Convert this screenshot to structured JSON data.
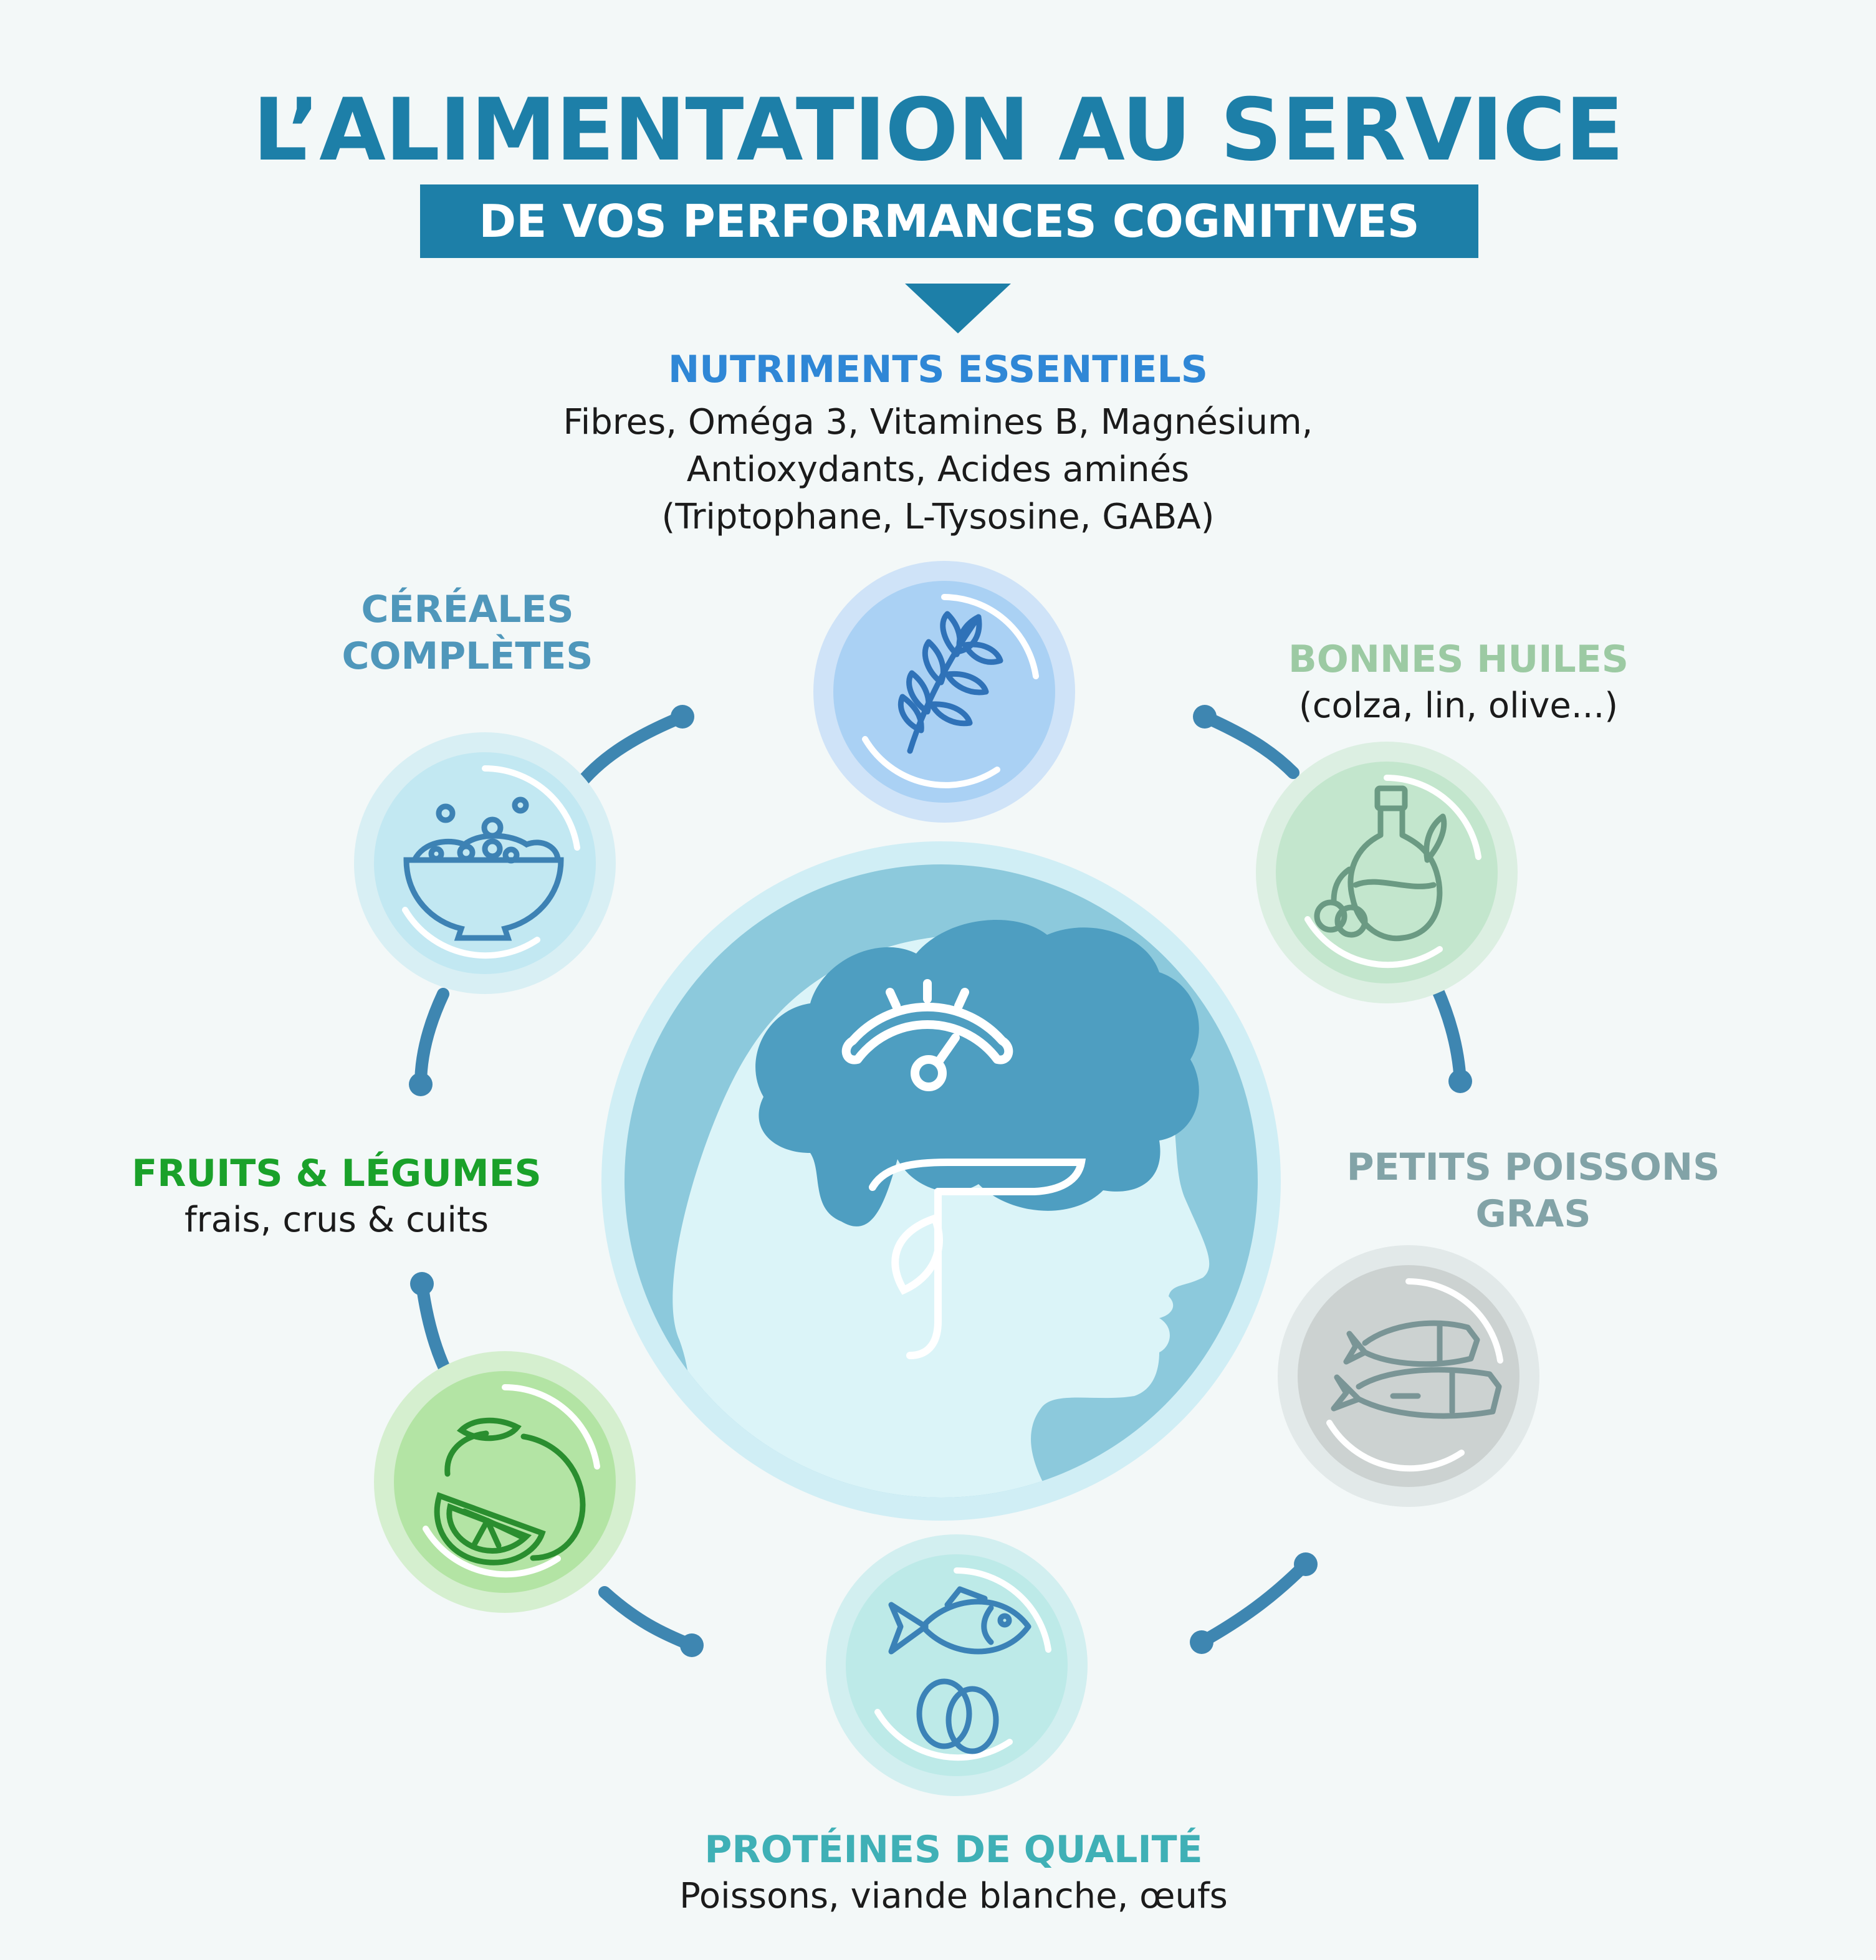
{
  "header": {
    "title": "L’ALIMENTATION AU SERVICE",
    "subtitle": "DE VOS PERFORMANCES COGNITIVES"
  },
  "colors": {
    "primary": "#1d7fa8",
    "nutriments": "#2f87d6",
    "cereales": "#4f97bb",
    "huiles": "#9ccaa3",
    "poissons_gras": "#82a3a7",
    "fruits": "#1aa12a",
    "proteines": "#3fb0b6",
    "connector": "#3e86b1"
  },
  "categories": {
    "nutriments": {
      "title": "NUTRIMENTS ESSENTIELS",
      "lines": [
        "Fibres, Oméga 3, Vitamines B, Magnésium,",
        "Antioxydants, Acides aminés",
        "(Triptophane, L-Tysosine, GABA)"
      ],
      "icon": "wheat-icon"
    },
    "cereales": {
      "title_lines": [
        "CÉRÉALES",
        "COMPLÈTES"
      ],
      "icon": "cereal-bowl-icon"
    },
    "huiles": {
      "title": "BONNES HUILES",
      "subtitle": "(colza, lin, olive...)",
      "icon": "olive-oil-icon"
    },
    "fruits": {
      "title": "FRUITS & LÉGUMES",
      "subtitle": "frais, crus & cuits",
      "icon": "citrus-icon"
    },
    "poissons_gras": {
      "title_lines": [
        "PETITS POISSONS",
        "GRAS"
      ],
      "icon": "sardines-icon"
    },
    "proteines": {
      "title": "PROTÉINES DE QUALITÉ",
      "subtitle": "Poissons, viande blanche, œufs",
      "icon": "fish-egg-icon"
    }
  },
  "center": {
    "icon": "head-brain-gauge-icon"
  }
}
